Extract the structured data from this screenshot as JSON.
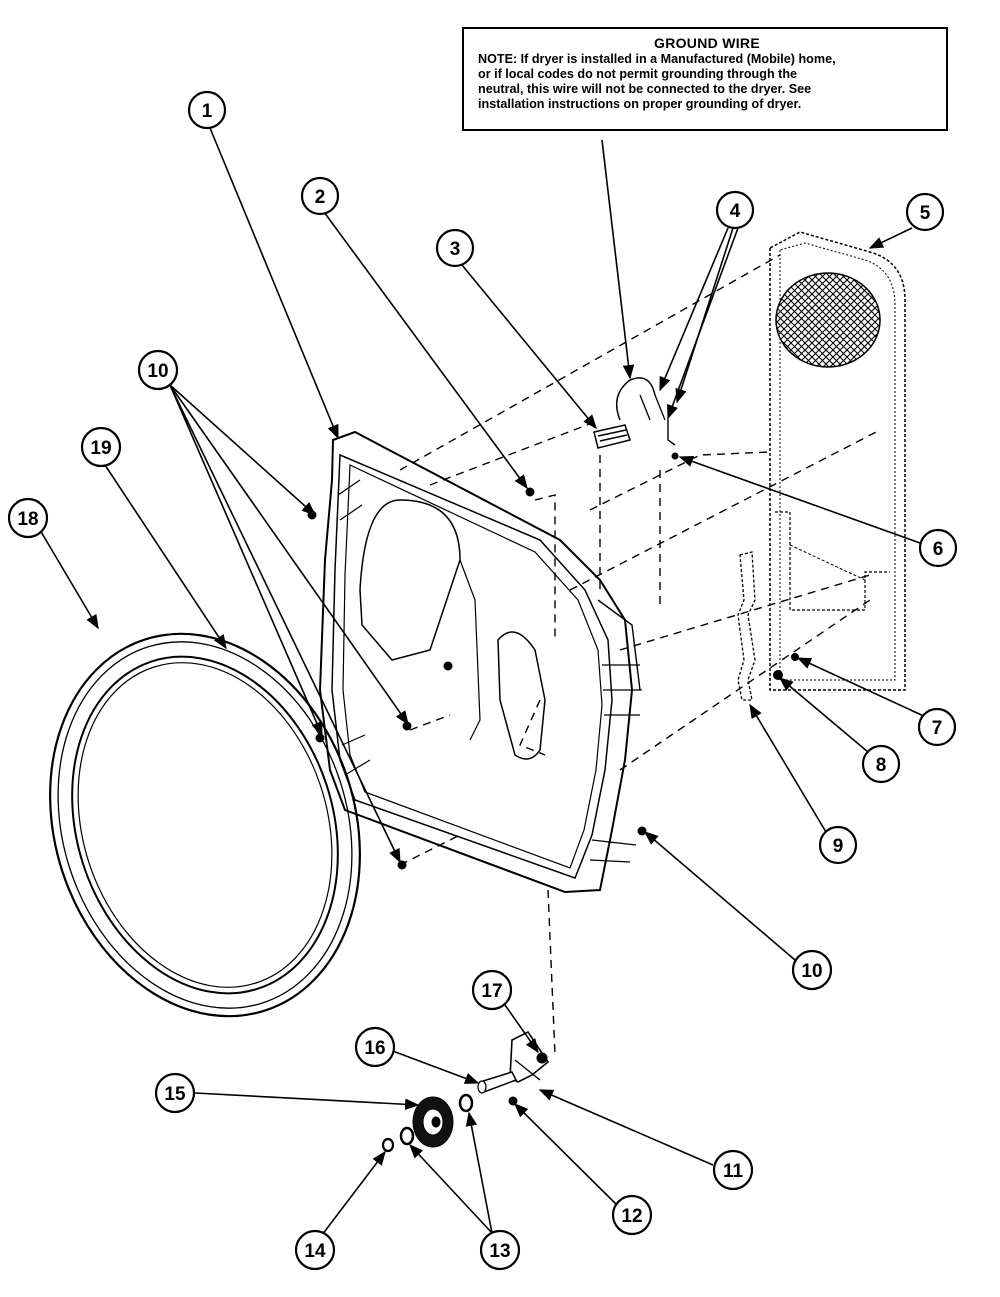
{
  "note": {
    "title": "GROUND WIRE",
    "lines": [
      "NOTE: If dryer is installed in a Manufactured (Mobile) home,",
      "or if local codes do not permit grounding through the",
      "neutral, this wire will not be connected to the dryer. See",
      "installation instructions on proper grounding of dryer."
    ]
  },
  "callouts": {
    "c1": "1",
    "c2": "2",
    "c3": "3",
    "c4": "4",
    "c5": "5",
    "c6": "6",
    "c7": "7",
    "c8": "8",
    "c9": "9",
    "c10a": "10",
    "c10b": "10",
    "c11": "11",
    "c12": "12",
    "c13": "13",
    "c14": "14",
    "c15": "15",
    "c16": "16",
    "c17": "17",
    "c18": "18",
    "c19": "19"
  }
}
